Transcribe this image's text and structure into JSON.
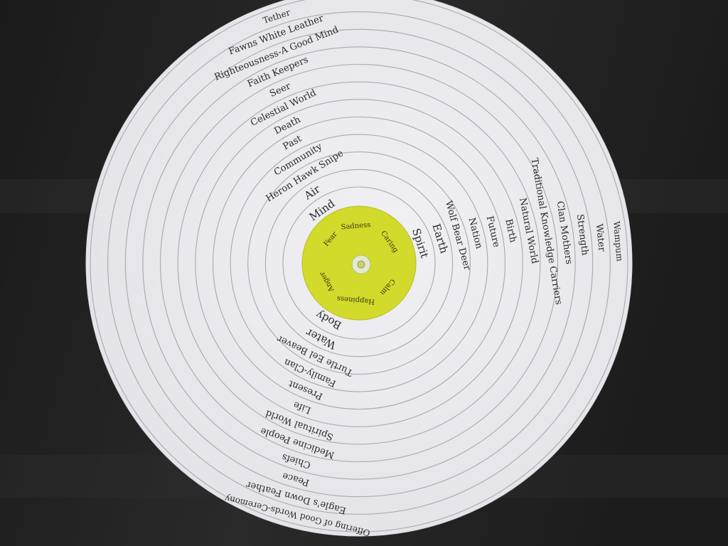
{
  "colors": {
    "background": "#1e1e1e",
    "disc": "#ecebee",
    "ring_line": "#a9a8ad",
    "center": "#d2da2c",
    "text": "#2a2a2a"
  },
  "rings": [
    {
      "upper": "Mind",
      "right": "Spirit",
      "lower": "Body"
    },
    {
      "upper": "Air",
      "right": "Earth",
      "lower": "Water"
    },
    {
      "upper": "Heron Hawk Snipe",
      "right": "Wolf Bear Deer",
      "lower": "Turtle Eel Beaver"
    },
    {
      "upper": "Community",
      "right": "Nation",
      "lower": "Family-Clan"
    },
    {
      "upper": "Past",
      "right": "Future",
      "lower": "Present"
    },
    {
      "upper": "Death",
      "right": "Birth",
      "lower": "Life"
    },
    {
      "upper": "Celestial World",
      "right": "Natural World",
      "lower": "Spiritual World"
    },
    {
      "upper": "Seer",
      "right": "Traditional Knowledge Carriers",
      "lower": "Medicine People"
    },
    {
      "upper": "Faith Keepers",
      "right": "Clan Mothers",
      "lower": "Chiefs"
    },
    {
      "upper": "Righteousness-A Good Mind",
      "right": "Strength",
      "lower": "Peace"
    },
    {
      "upper": "Fawns White Leather",
      "right": "Water",
      "lower": "Eagle's Down Feather"
    },
    {
      "upper": "Tether",
      "right": "Wampum",
      "lower": "Offering of Good Words-Ceremony"
    }
  ],
  "center_words": [
    "Fear",
    "Sadness",
    "Caring",
    "Calm",
    "Happiness",
    "Anger"
  ]
}
